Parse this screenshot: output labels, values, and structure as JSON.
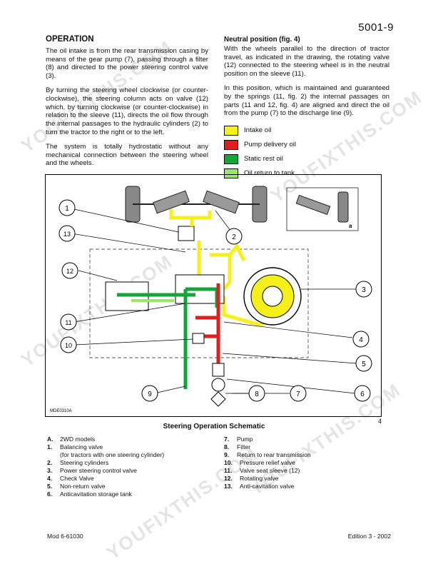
{
  "header": {
    "page_number": "5001-9"
  },
  "left_column": {
    "title": "OPERATION",
    "paragraphs": [
      "The oil intake is from the rear transmission casing by means of the gear pump (7), passing through a filter (8) and directed to the power steering control valve (3).",
      "By turning the steering wheel clockwise (or counter-clockwise), the steering column acts on valve (12) which, by turning clockwise (or counter-clockwise) in relation to the sleeve (11), directs the oil flow through the internal passages to the hydraulic cylinders (2) to turn the tractor to the right or to the left.",
      "The system is totally hydrostatic without any mechanical connection between the steering wheel and the wheels."
    ]
  },
  "right_column": {
    "title": "Neutral position (fig. 4)",
    "paragraphs": [
      "With the wheels parallel to the direction of tractor travel, as indicated in the drawing, the rotating valve (12) connected to the steering wheel is in the neutral position on the sleeve (11).",
      "In this position, which is maintained and guaranteed by the springs (11, fig. 2) the internal passages on parts (11 and 12, fig. 4) are aligned and direct the oil from the pump (7) to the discharge line (9)."
    ],
    "legend": [
      {
        "label": "Intake oil",
        "color": "#f5ef1a"
      },
      {
        "label": "Pump delivery oil",
        "color": "#e01e1e"
      },
      {
        "label": "Static rest oil",
        "color": "#13a538"
      },
      {
        "label": "Oil return to tank",
        "color": "#9be76a"
      }
    ]
  },
  "diagram": {
    "callouts": [
      "1",
      "2",
      "3",
      "4",
      "5",
      "6",
      "7",
      "8",
      "9",
      "10",
      "11",
      "12",
      "13"
    ],
    "inset_label": "a",
    "code": "MDE0310A",
    "figure_number": "4"
  },
  "caption": "Steering Operation Schematic",
  "list_left": [
    {
      "key": "A.",
      "text": "2WD models"
    },
    {
      "key": "1.",
      "text": "Balancing valve\n(for tractors with one steering cylinder)"
    },
    {
      "key": "2.",
      "text": "Steering cylinders"
    },
    {
      "key": "3.",
      "text": "Power steering control valve"
    },
    {
      "key": "4.",
      "text": "Check Valve"
    },
    {
      "key": "5.",
      "text": "Non-return valve"
    },
    {
      "key": "6.",
      "text": "Anticavitation storage tank"
    }
  ],
  "list_right": [
    {
      "key": "7.",
      "text": "Pump"
    },
    {
      "key": "8.",
      "text": "Filter"
    },
    {
      "key": "9.",
      "text": "Return to rear transmission"
    },
    {
      "key": "10.",
      "text": "Pressure relief valve"
    },
    {
      "key": "11.",
      "text": "Valve seat sleeve (12)"
    },
    {
      "key": "12.",
      "text": "Rotating valve"
    },
    {
      "key": "13.",
      "text": "Anti-cavitation valve"
    }
  ],
  "footer": {
    "left": "Mod 6-61030",
    "right": "Edition 3 - 2002"
  },
  "watermark": "YOUFIXTHIS.COM"
}
